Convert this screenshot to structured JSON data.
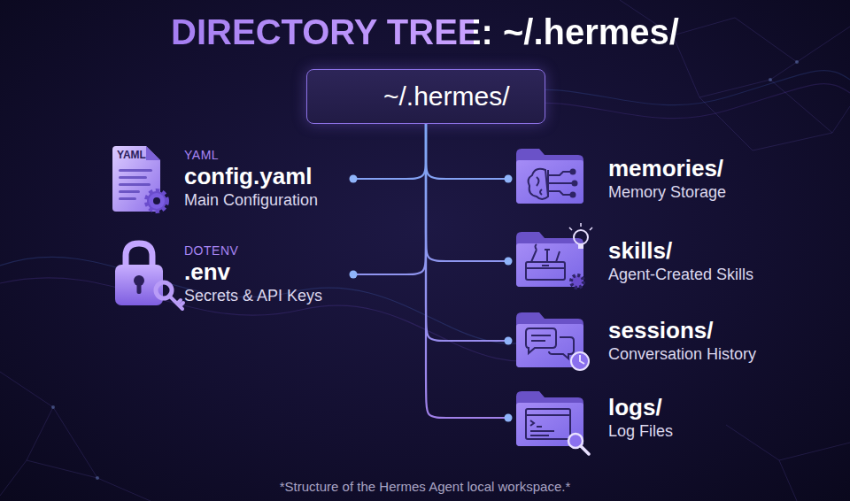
{
  "diagram": {
    "title": "DIRECTORY TREE: ~/.hermes/",
    "caption": "*Structure of the Hermes Agent local workspace.*",
    "nodes": [
      {
        "text": [
          "~/.hermes/"
        ]
      },
      {
        "text": [
          "YAML",
          "config.yaml",
          "Main Configuration"
        ]
      },
      {
        "text": [
          "DOTENV",
          ".env",
          "Secrets & API Keys"
        ]
      },
      {
        "text": [
          "memories/",
          "Memory Storage"
        ]
      },
      {
        "text": [
          "skills/",
          "Agent-Created Skills"
        ]
      },
      {
        "text": [
          "sessions/",
          "Conversation History"
        ]
      },
      {
        "text": [
          "logs/",
          "Log Files"
        ]
      }
    ],
    "edges": [
      {
        "from": 0,
        "to": 1,
        "arrow": "none"
      },
      {
        "from": 0,
        "to": 2,
        "arrow": "none"
      },
      {
        "from": 0,
        "to": 3,
        "arrow": "none"
      },
      {
        "from": 0,
        "to": 4,
        "arrow": "none"
      },
      {
        "from": 0,
        "to": 5,
        "arrow": "none"
      },
      {
        "from": 0,
        "to": 6,
        "arrow": "none"
      }
    ],
    "labels": [
      "YAML"
    ]
  }
}
